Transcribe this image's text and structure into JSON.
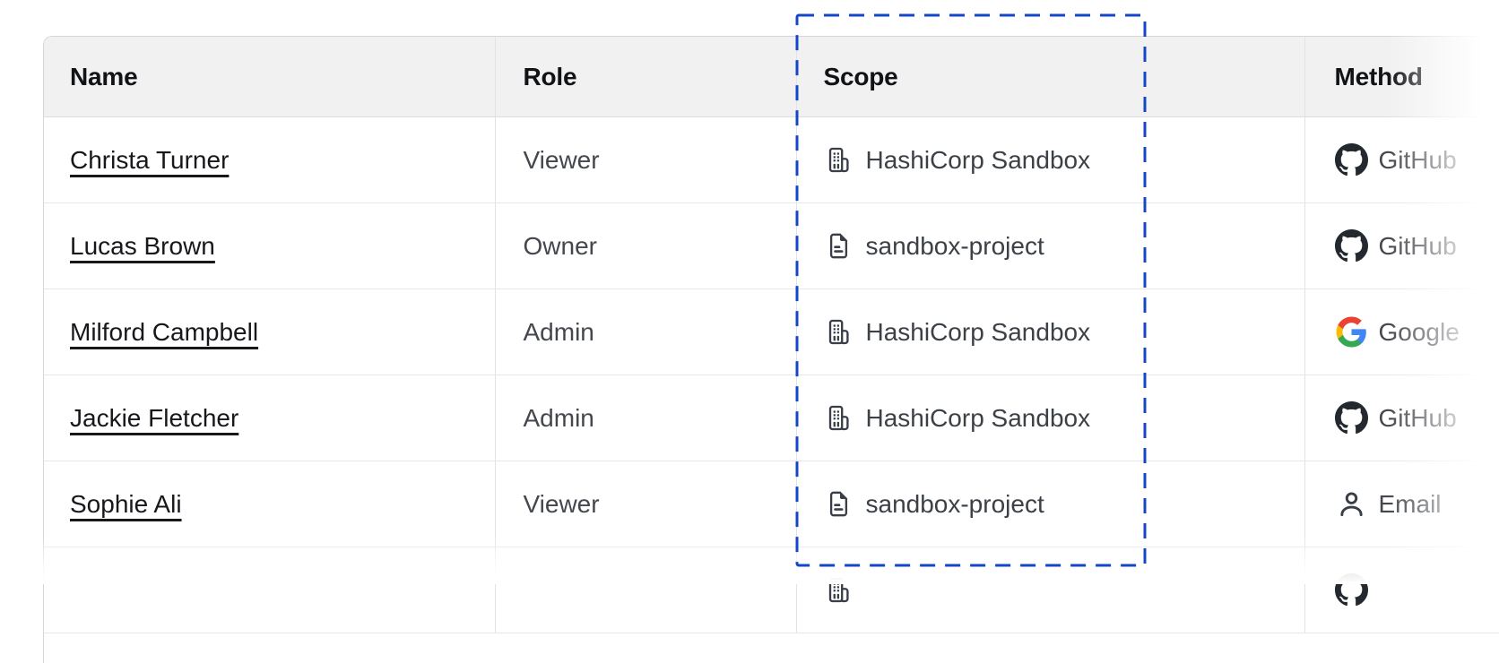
{
  "table": {
    "columns": [
      {
        "label": "Name"
      },
      {
        "label": "Role"
      },
      {
        "label": "Scope"
      },
      {
        "label": "Method"
      }
    ],
    "rows": [
      {
        "name": "Christa Turner",
        "role": "Viewer",
        "scope": {
          "icon": "building-icon",
          "label": "HashiCorp Sandbox"
        },
        "method": {
          "icon": "github-icon",
          "label": "GitHub"
        }
      },
      {
        "name": "Lucas Brown",
        "role": "Owner",
        "scope": {
          "icon": "file-text-icon",
          "label": "sandbox-project"
        },
        "method": {
          "icon": "github-icon",
          "label": "GitHub"
        }
      },
      {
        "name": "Milford Campbell",
        "role": "Admin",
        "scope": {
          "icon": "building-icon",
          "label": "HashiCorp Sandbox"
        },
        "method": {
          "icon": "google-icon",
          "label": "Google"
        }
      },
      {
        "name": "Jackie Fletcher",
        "role": "Admin",
        "scope": {
          "icon": "building-icon",
          "label": "HashiCorp Sandbox"
        },
        "method": {
          "icon": "github-icon",
          "label": "GitHub"
        }
      },
      {
        "name": "Sophie Ali",
        "role": "Viewer",
        "scope": {
          "icon": "file-text-icon",
          "label": "sandbox-project"
        },
        "method": {
          "icon": "person-icon",
          "label": "Email"
        }
      }
    ],
    "partial_row": {
      "scope": {
        "icon": "building-icon",
        "label": ""
      },
      "method": {
        "icon": "github-icon",
        "label": ""
      }
    }
  },
  "highlight": {
    "target_column": "Scope",
    "style": "dashed",
    "color": "#1347c8"
  },
  "colors": {
    "header_background": "#f1f1f2",
    "outer_border": "#d5d6da",
    "grid_border": "#e2e3e7",
    "header_text": "#121316",
    "link_text": "#17181b",
    "muted_text": "#44474e",
    "icon_color": "#3a3f47",
    "github_black": "#24292f",
    "google_blue": "#4285F4",
    "google_green": "#34A853",
    "google_yellow": "#FBBC05",
    "google_red": "#EA4335",
    "highlight_blue": "#1347c8"
  }
}
